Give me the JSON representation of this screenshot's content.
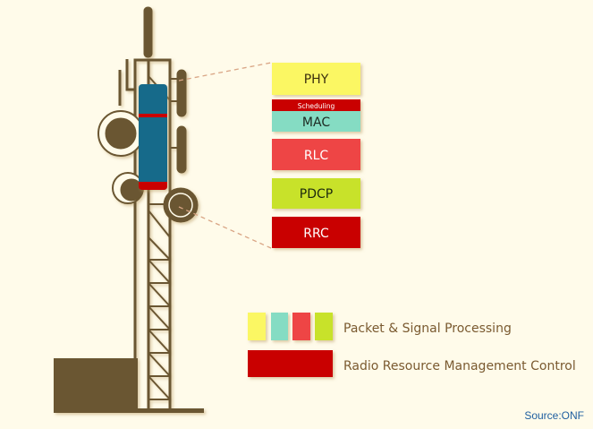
{
  "layers": [
    {
      "label": "PHY",
      "color": "#fbf763",
      "text_color": "#3a2f10"
    },
    {
      "label": "Scheduling",
      "color": "#c90000",
      "text_color": "#ffffff"
    },
    {
      "label": "MAC",
      "color": "#85dcc3",
      "text_color": "#1f2a20"
    },
    {
      "label": "RLC",
      "color": "#ee4444",
      "text_color": "#ffffff"
    },
    {
      "label": "PDCP",
      "color": "#c8e22a",
      "text_color": "#1f2a10"
    },
    {
      "label": "RRC",
      "color": "#c90000",
      "text_color": "#ffffff"
    }
  ],
  "legend": [
    {
      "label": "Packet & Signal Processing",
      "colors": [
        "#fbf763",
        "#85dcc3",
        "#ee4444",
        "#c8e22a"
      ]
    },
    {
      "label": "Radio Resource Management Control",
      "colors": [
        "#c90000"
      ]
    }
  ],
  "source": "Source:ONF",
  "colors": {
    "background": "#fffbea",
    "tower": "#6b5630",
    "radio_unit": "#136a8a",
    "legend_text": "#7a5a30",
    "source_text": "#1f5fa0"
  }
}
